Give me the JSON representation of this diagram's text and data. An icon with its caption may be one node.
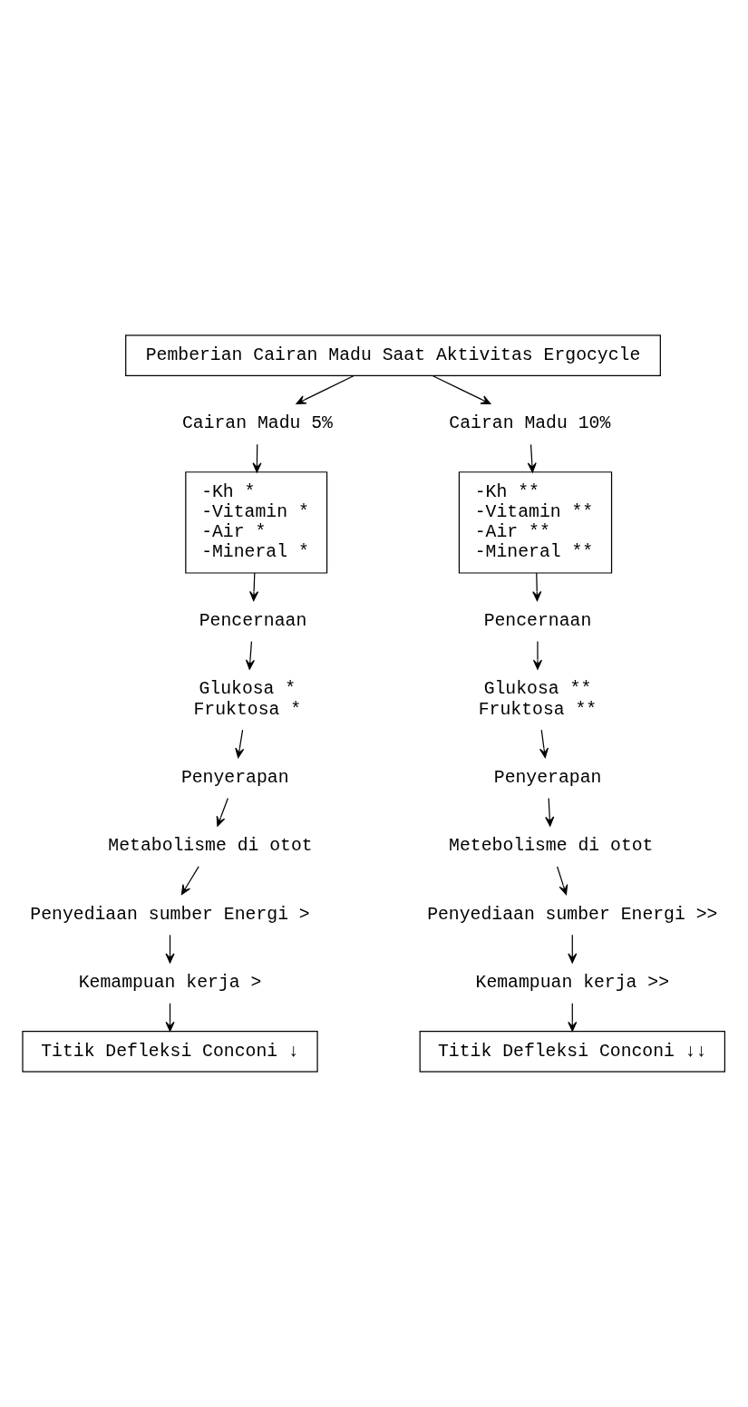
{
  "diagram": {
    "nodes": [
      {
        "text": [
          "Pemberian Cairan Madu Saat Aktivitas Ergocycle"
        ]
      },
      {
        "text": [
          "Cairan Madu 5%"
        ]
      },
      {
        "text": [
          "Cairan Madu 10%"
        ]
      },
      {
        "text": [
          "-Kh *",
          "-Vitamin *",
          "-Air *",
          "-Mineral *"
        ]
      },
      {
        "text": [
          "-Kh **",
          "-Vitamin **",
          "-Air **",
          "-Mineral **"
        ]
      },
      {
        "text": [
          "Pencernaan"
        ]
      },
      {
        "text": [
          "Pencernaan"
        ]
      },
      {
        "text": [
          "Glukosa *",
          "Fruktosa *"
        ]
      },
      {
        "text": [
          "Glukosa **",
          "Fruktosa **"
        ]
      },
      {
        "text": [
          "Penyerapan"
        ]
      },
      {
        "text": [
          "Penyerapan"
        ]
      },
      {
        "text": [
          "Metabolisme di otot"
        ]
      },
      {
        "text": [
          "Metebolisme di otot"
        ]
      },
      {
        "text": [
          "Penyediaan sumber Energi >"
        ]
      },
      {
        "text": [
          "Penyediaan sumber Energi >>"
        ]
      },
      {
        "text": [
          "Kemampuan kerja >"
        ]
      },
      {
        "text": [
          "Kemampuan kerja >>"
        ]
      },
      {
        "text": [
          "Titik Defleksi Conconi ↓"
        ]
      },
      {
        "text": [
          "Titik Defleksi Conconi ↓↓"
        ]
      }
    ],
    "edges": [
      {
        "from": 0,
        "to": 1,
        "arrow": "to"
      },
      {
        "from": 0,
        "to": 2,
        "arrow": "to"
      },
      {
        "from": 1,
        "to": 3,
        "arrow": "to"
      },
      {
        "from": 2,
        "to": 4,
        "arrow": "to"
      },
      {
        "from": 3,
        "to": 5,
        "arrow": "to"
      },
      {
        "from": 4,
        "to": 6,
        "arrow": "to"
      },
      {
        "from": 5,
        "to": 7,
        "arrow": "to"
      },
      {
        "from": 6,
        "to": 8,
        "arrow": "to"
      },
      {
        "from": 7,
        "to": 9,
        "arrow": "to"
      },
      {
        "from": 8,
        "to": 10,
        "arrow": "to"
      },
      {
        "from": 9,
        "to": 11,
        "arrow": "to"
      },
      {
        "from": 10,
        "to": 12,
        "arrow": "to"
      },
      {
        "from": 11,
        "to": 13,
        "arrow": "to"
      },
      {
        "from": 12,
        "to": 14,
        "arrow": "to"
      },
      {
        "from": 13,
        "to": 15,
        "arrow": "to"
      },
      {
        "from": 14,
        "to": 16,
        "arrow": "to"
      },
      {
        "from": 15,
        "to": 17,
        "arrow": "to"
      },
      {
        "from": 16,
        "to": 18,
        "arrow": "to"
      }
    ]
  }
}
